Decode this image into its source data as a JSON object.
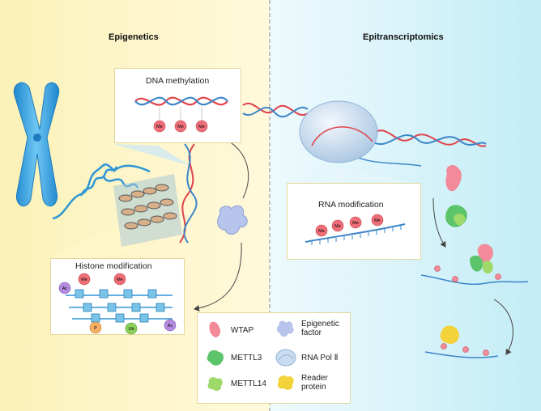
{
  "panels": {
    "left_title": "Epigenetics",
    "right_title": "Epitranscriptomics"
  },
  "boxes": {
    "dna_methylation": "DNA methylation",
    "histone_modification": "Histone  modification",
    "rna_modification": "RNA modification"
  },
  "marks": {
    "me": "Me",
    "ac": "Ac",
    "p": "P",
    "ub": "Ub"
  },
  "legend": {
    "items": [
      {
        "label": "WTAP",
        "icon": "wtap-icon",
        "color": "#f28a9a"
      },
      {
        "label": "Epigenetic\nfactor",
        "icon": "epigenetic-factor-icon",
        "color": "#b7c4ec"
      },
      {
        "label": "METTL3",
        "icon": "mettl3-icon",
        "color": "#5cc46a"
      },
      {
        "label": "RNA Pol Ⅱ",
        "icon": "rna-pol-icon",
        "color": "#c9dcef"
      },
      {
        "label": "METTL14",
        "icon": "mettl14-icon",
        "color": "#9fd96a"
      },
      {
        "label": "Reader\nprotein",
        "icon": "reader-protein-icon",
        "color": "#f3d23a"
      }
    ]
  },
  "colors": {
    "left_bg": "#fbf0b0",
    "right_bg": "#d3f0f7",
    "chromosome": "#3ba1dc",
    "dna_red": "#e0424b",
    "dna_blue": "#3d86c8",
    "me": "#ef6f78",
    "ac": "#b48be0",
    "p": "#f6b064",
    "ub": "#8bd05a"
  }
}
